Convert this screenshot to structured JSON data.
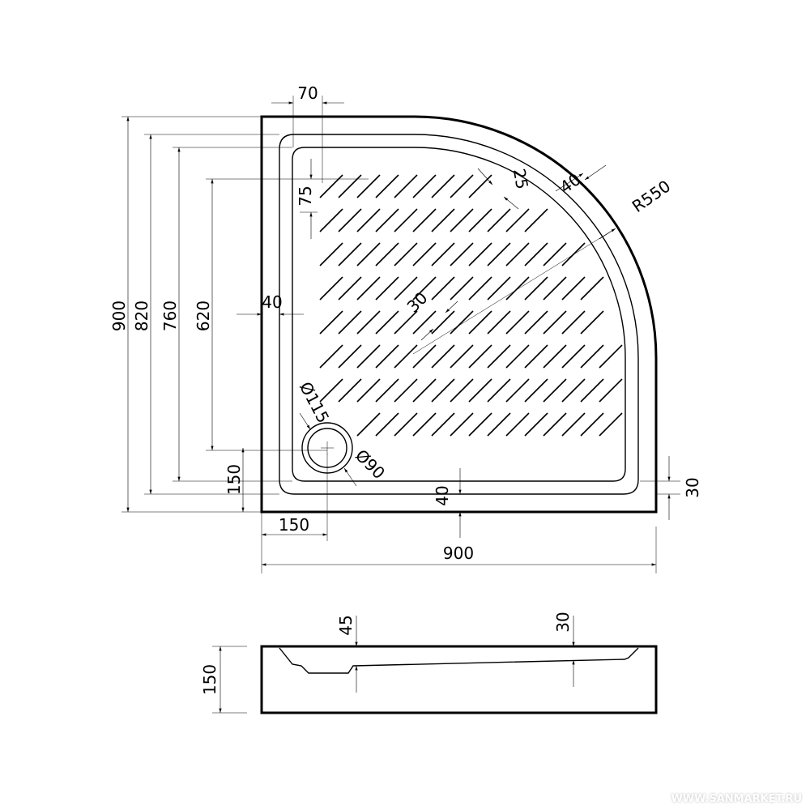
{
  "plan_view": {
    "top_70": "70",
    "top_75": "75",
    "rim_25": "25",
    "rim_40_arc": "40",
    "radius": "R550",
    "left_40": "40",
    "hatch_30": "30",
    "drain_outer": "Ø115",
    "drain_inner": "Ø90",
    "bottom_40": "40",
    "right_30": "30",
    "height_900": "900",
    "height_820": "820",
    "height_760": "760",
    "height_620": "620",
    "drain_y_150": "150",
    "drain_x_150": "150",
    "width_900": "900"
  },
  "side_view": {
    "depth_45": "45",
    "depth_30": "30",
    "height_150": "150"
  },
  "watermark": "WWW.SANMARKET.RU",
  "colors": {
    "line": "#000000",
    "background": "#ffffff"
  }
}
